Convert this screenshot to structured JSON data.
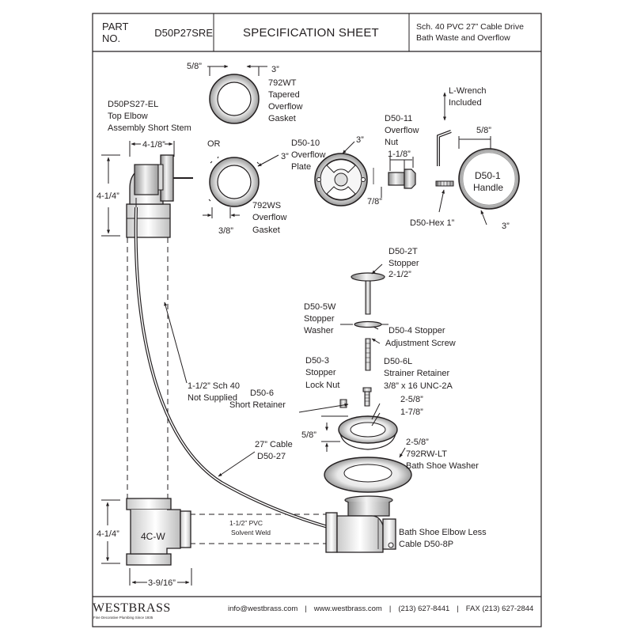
{
  "header": {
    "part_label": "PART NO.",
    "part_number": "D50P27SRE",
    "title": "SPECIFICATION SHEET",
    "description_line1": "Sch. 40 PVC 27” Cable Drive",
    "description_line2": "Bath Waste and Overflow"
  },
  "labels": {
    "d792wt_dim_a": "5/8”",
    "d792wt_dim_b": "3”",
    "d792wt": [
      "792WT",
      "Tapered",
      "Overflow",
      "Gasket"
    ],
    "top_elbow": [
      "D50PS27-EL",
      "Top Elbow",
      "Assembly Short Stem"
    ],
    "top_elbow_width": "4-1/8”",
    "top_elbow_height": "4-1/4”",
    "or": "OR",
    "d792ws_dim_a": "3”",
    "d792ws_dim_b": "3/8”",
    "d792ws": [
      "792WS",
      "Overflow",
      "Gasket"
    ],
    "overflow_plate": [
      "D50-10",
      "Overflow",
      "Plate"
    ],
    "overflow_plate_dim": "3”",
    "overflow_nut": [
      "D50-11",
      "Overflow",
      "Nut"
    ],
    "overflow_nut_dim_a": "1-1/8”",
    "overflow_nut_dim_b": "7/8”",
    "lwrench": [
      "L-Wrench",
      "Included"
    ],
    "handle_dim_a": "5/8”",
    "handle_dim_b": "3”",
    "handle": [
      "D50-1",
      "Handle"
    ],
    "hex": "D50-Hex 1”",
    "stopper": [
      "D50-2T",
      "Stopper",
      "2-1/2”"
    ],
    "stopper_washer": [
      "D50-5W",
      "Stopper",
      "Washer"
    ],
    "stopper_adj": [
      "D50-4 Stopper",
      "Adjustment Screw"
    ],
    "lock_nut": [
      "D50-3",
      "Stopper",
      "Lock Nut"
    ],
    "strainer_retainer": [
      "D50-6L",
      "Strainer Retainer",
      "3/8” x 16 UNC-2A"
    ],
    "pipe": [
      "1-1/2” Sch 40",
      "Not Supplied"
    ],
    "short_retainer": [
      "D50-6",
      "Short Retainer"
    ],
    "strainer_dim_a": "2-5/8”",
    "strainer_dim_b": "1-7/8”",
    "strainer_dim_c": "5/8”",
    "cable": [
      "27” Cable",
      "D50-27"
    ],
    "bath_shoe_washer": [
      "2-5/8”",
      "792RW-LT",
      "Bath Shoe Washer"
    ],
    "tee": "4C-W",
    "tee_height": "4-1/4”",
    "tee_width": "3-9/16”",
    "solvent_weld": [
      "1-1/2” PVC",
      "Solvent Weld"
    ],
    "bath_shoe_elbow": [
      "Bath Shoe Elbow Less",
      "Cable D50-8P"
    ]
  },
  "footer": {
    "brand": "WESTBRASS",
    "tagline": "Fine Decorative Plumbing Since 1935",
    "email": "info@westbrass.com",
    "website": "www.westbrass.com",
    "phone": "(213) 627-8441",
    "fax": "FAX (213) 627-2844"
  },
  "icons": {
    "overflow_plate": "overflow-plate-icon",
    "handle": "handle-icon",
    "tee": "tee-fitting-icon"
  }
}
